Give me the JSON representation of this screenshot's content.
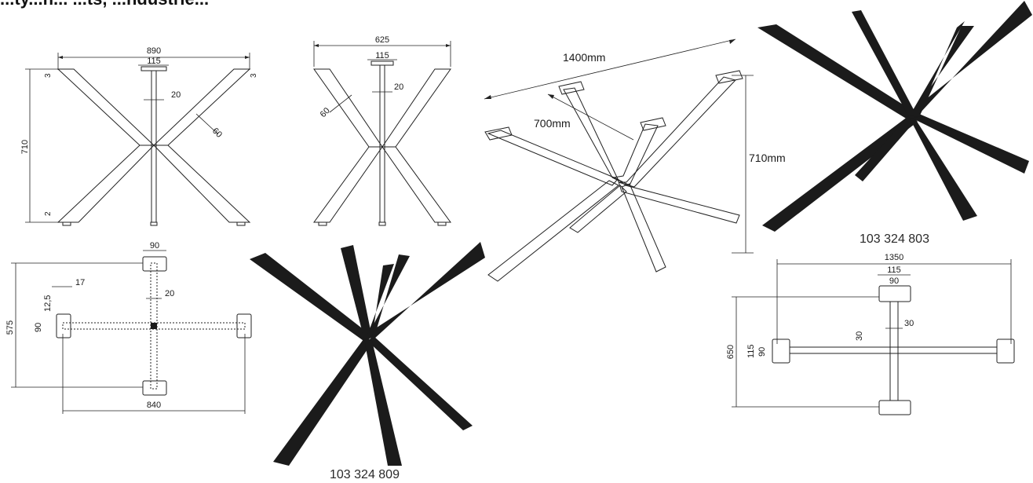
{
  "header": {
    "text": "...ty...n... ...ts, ...ndustrie..."
  },
  "front_view": {
    "width": "890",
    "plate": "115",
    "tube": "20",
    "leg": "60",
    "height": "710",
    "top_cap": "3",
    "top_cap_right": "3",
    "foot": "2"
  },
  "side_view": {
    "width": "625",
    "plate": "115",
    "tube": "20",
    "leg": "60"
  },
  "iso_view": {
    "length": "1400mm",
    "short_length": "700mm",
    "height": "710mm"
  },
  "plan_small": {
    "plate": "90",
    "hole": "17",
    "offset": "12,5",
    "tube": "20",
    "plate_side": "90",
    "depth": "575",
    "span": "840"
  },
  "plan_large": {
    "width": "1350",
    "plate": "115",
    "plate_inner": "90",
    "tube": "30",
    "tube_side": "30",
    "depth": "650",
    "plate_side_outer": "115",
    "plate_side_inner": "90"
  },
  "products": {
    "code_a": "103 324 803",
    "code_b": "103 324 809"
  }
}
